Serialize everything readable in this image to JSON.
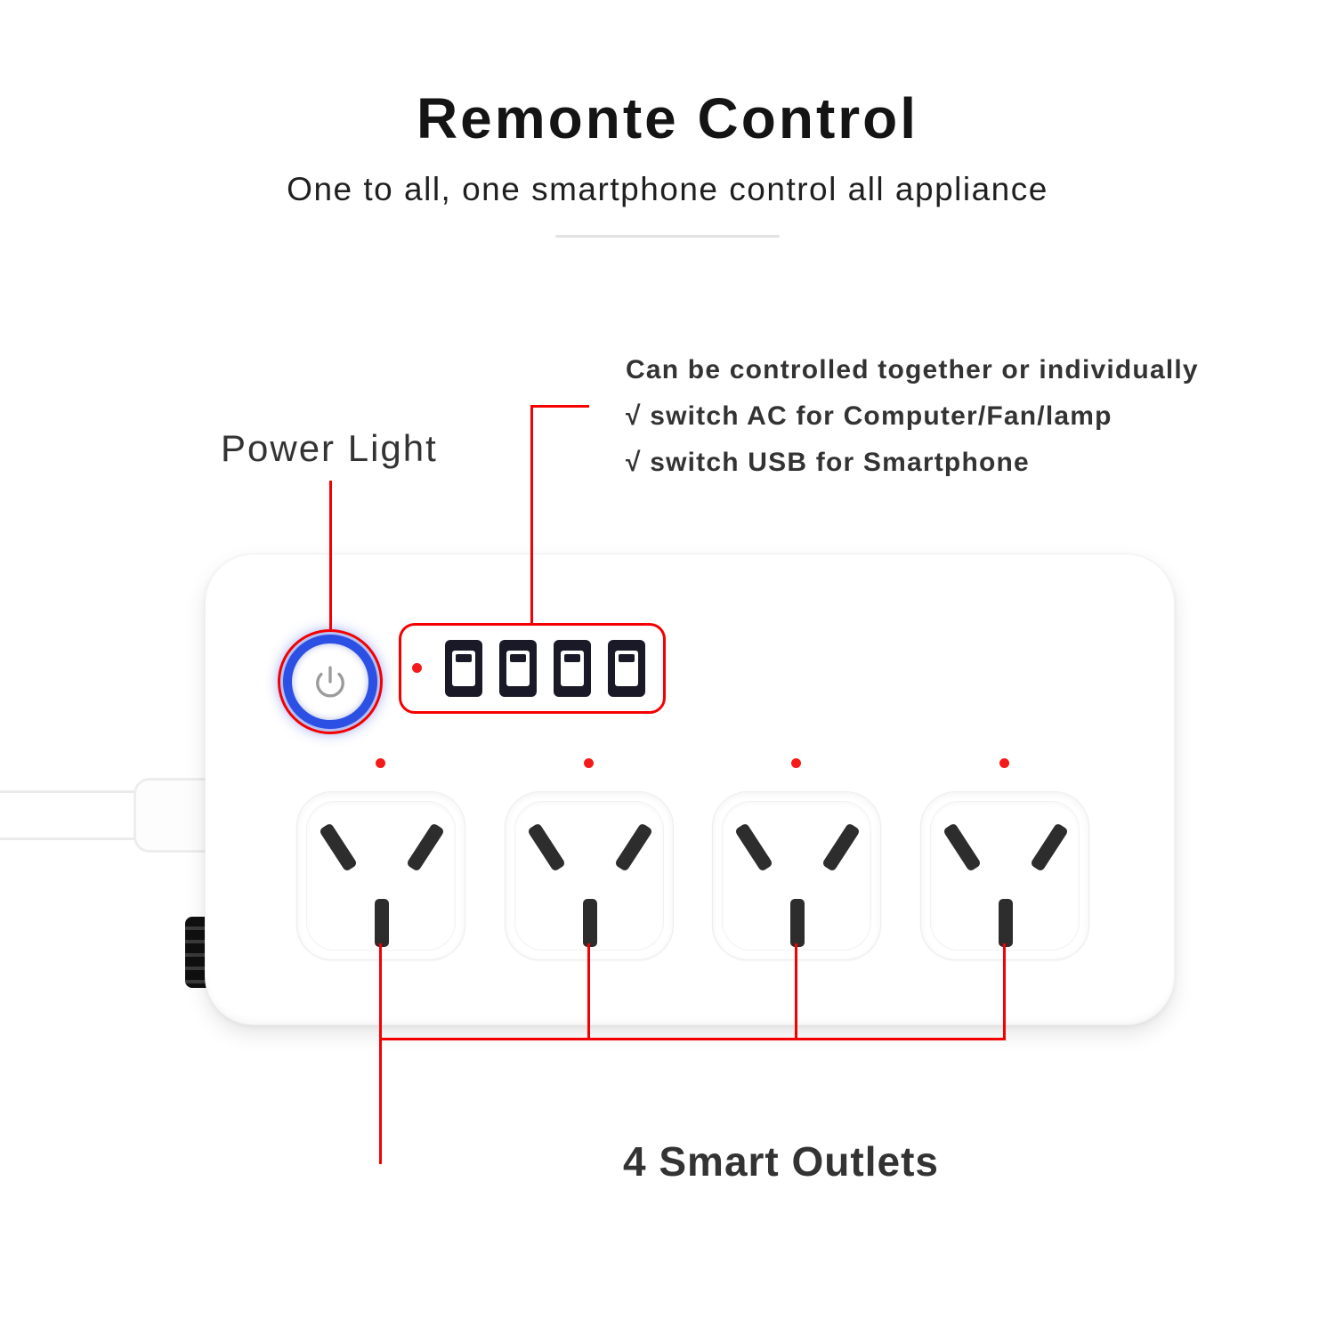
{
  "page": {
    "title": "Remonte Control",
    "subtitle": "One to all, one smartphone control all appliance"
  },
  "callouts": {
    "power_light": "Power Light",
    "usb_note_line1": "Can be controlled together or individually",
    "usb_note_line2": "√ switch AC for Computer/Fan/lamp",
    "usb_note_line3": "√ switch USB for Smartphone",
    "outlets": "4 Smart Outlets"
  },
  "device": {
    "usb_port_count": 4,
    "outlet_count": 4,
    "colors": {
      "callout_red": "#f50000",
      "power_ring_blue": "#2c4fe4",
      "slot_dark": "#2d2d2d",
      "led_red": "#f51a1a"
    }
  }
}
